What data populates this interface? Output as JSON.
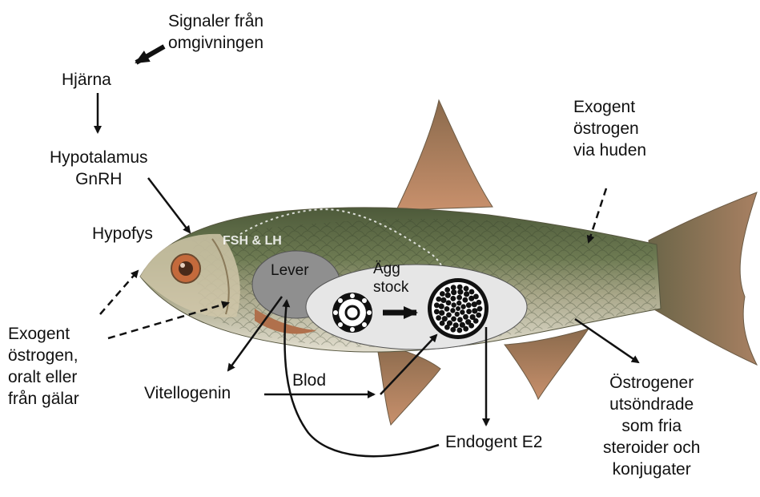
{
  "labels": {
    "signals": [
      "Signaler från",
      "omgivningen"
    ],
    "brain": "Hjärna",
    "hypothalamus": [
      "Hypotalamus",
      "GnRH"
    ],
    "pituitary": "Hypofys",
    "fsh_lh": "FSH & LH",
    "liver": "Lever",
    "ovary": [
      "Ägg",
      "stock"
    ],
    "exo_skin": [
      "Exogent",
      "östrogen",
      "via huden"
    ],
    "exo_oral": [
      "Exogent",
      "östrogen,",
      "oralt eller",
      "från gälar"
    ],
    "vitellogenin": "Vitellogenin",
    "blood": "Blod",
    "endogenous": "Endogent E2",
    "excreted": [
      "Östrogener",
      "utsöndrade",
      "som fria",
      "steroider och",
      "konjugater"
    ]
  },
  "colors": {
    "fish_back": "#5b6a45",
    "fish_belly": "#d9d4c4",
    "fins": "#b07a5a",
    "liver": "#8f8f8f",
    "ovary": "#e6e6e6",
    "arrow": "#111111"
  }
}
